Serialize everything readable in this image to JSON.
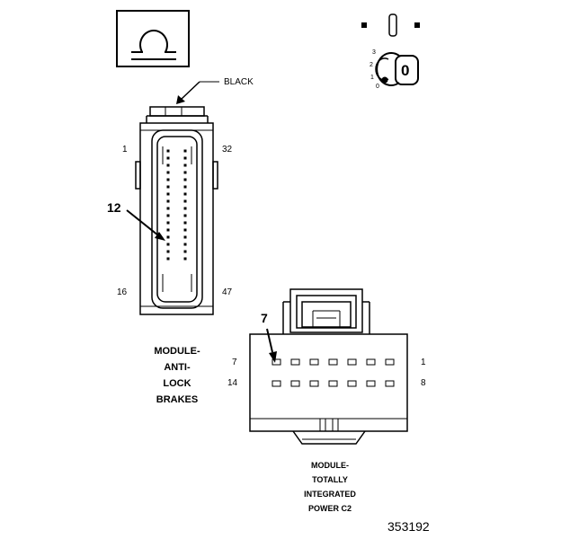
{
  "legend_icon": {
    "symbol": "ohm-icon"
  },
  "ignition_key": {
    "icon": "ignition-key-icon",
    "positions": [
      "3",
      "2",
      "1",
      "0"
    ],
    "key_label": "0"
  },
  "abs_connector": {
    "color_label": "BLACK",
    "pin_labels": {
      "top_left": "1",
      "top_right": "32",
      "bottom_left": "16",
      "bottom_right": "47"
    },
    "callout_pin": "12",
    "title_lines": [
      "MODULE-",
      "ANTI-",
      "LOCK",
      "BRAKES"
    ]
  },
  "tipm_connector": {
    "callout_pin": "7",
    "row_labels": {
      "row1_left": "7",
      "row1_right": "1",
      "row2_left": "14",
      "row2_right": "8"
    },
    "title_lines": [
      "MODULE-",
      "TOTALLY",
      "INTEGRATED",
      "POWER C2"
    ]
  },
  "figure_number": "353192"
}
